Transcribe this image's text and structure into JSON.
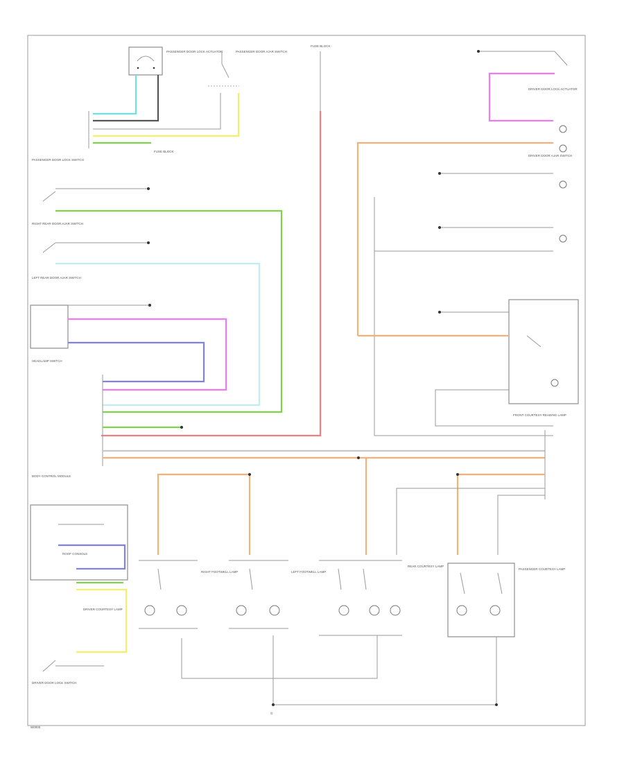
{
  "labels": {
    "passenger_door_lock_switch": "PASSENGER DOOR LOCK SWITCH",
    "passenger_door_lock_actuator": "PASSENGER DOOR LOCK ACTUATOR",
    "passenger_door_ajar_switch": "PASSENGER DOOR AJAR SWITCH",
    "fuse_block": "FUSE BLOCK",
    "driver_door_lock_actuator": "DRIVER DOOR LOCK ACTUATOR",
    "driver_door_ajar_switch": "DRIVER DOOR AJAR SWITCH",
    "right_rear_door_ajar_switch": "RIGHT REAR DOOR AJAR SWITCH",
    "left_rear_door_ajar_switch": "LEFT REAR DOOR AJAR SWITCH",
    "headlamp_switch": "HEADLAMP SWITCH",
    "body_control_module": "BODY CONTROL MODULE",
    "roof_console": "ROOF CONSOLE",
    "front_courtesy_reading_lamp": "FRONT COURTESY READING LAMP",
    "right_footwell_lamp": "RIGHT FOOTWELL LAMP",
    "left_footwell_lamp": "LEFT FOOTWELL LAMP",
    "rear_courtesy_lamp": "REAR COURTESY LAMP",
    "driver_courtesy_lamp": "DRIVER COURTESY LAMP",
    "passenger_courtesy_lamp": "PASSENGER COURTESY LAMP",
    "driver_door_lock_switch": "DRIVER DOOR LOCK SWITCH",
    "g_ground": "G",
    "figure_code": "W0000"
  },
  "wire_colors": {
    "lt_blu": "#6fe0e8",
    "yel": "#f2ef6a",
    "lt_grn": "#7fd34a",
    "red": "#f08080",
    "org": "#f5b07a",
    "ppl": "#f07af0",
    "dk_blu": "#8080e6",
    "gry": "#b5b5b5",
    "blk": "#333333"
  }
}
